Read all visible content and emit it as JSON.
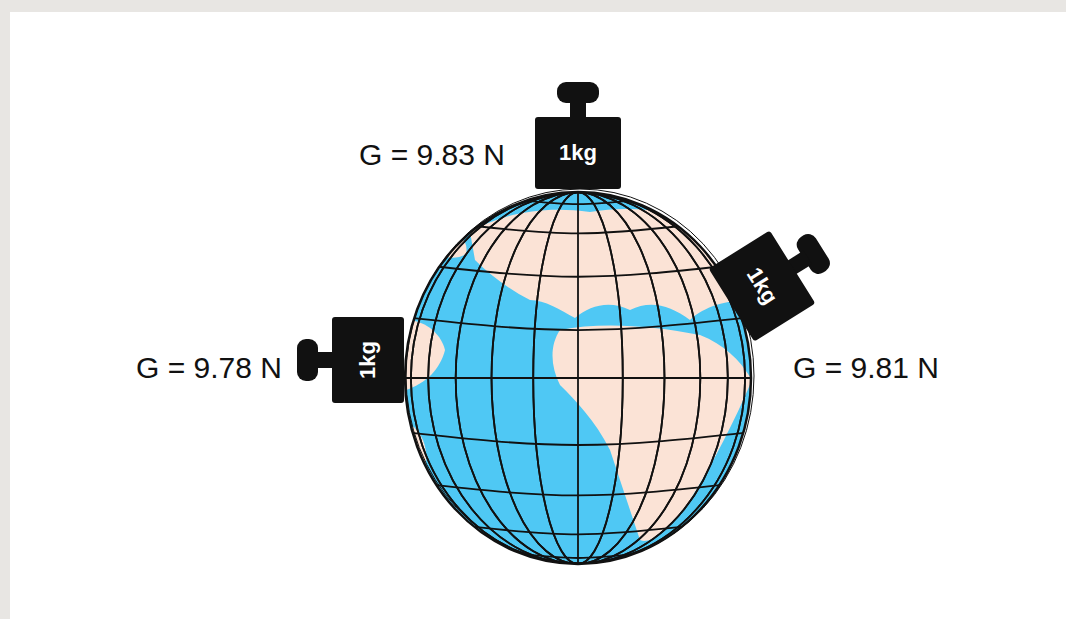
{
  "diagram": {
    "nodes": [
      {
        "text": [
          "1kg"
        ]
      },
      {
        "text": [
          "1kg"
        ]
      },
      {
        "text": [
          "1kg"
        ]
      }
    ],
    "labels": [
      "G = 9.83 N",
      "G = 9.78 N",
      "G = 9.81 N"
    ]
  }
}
